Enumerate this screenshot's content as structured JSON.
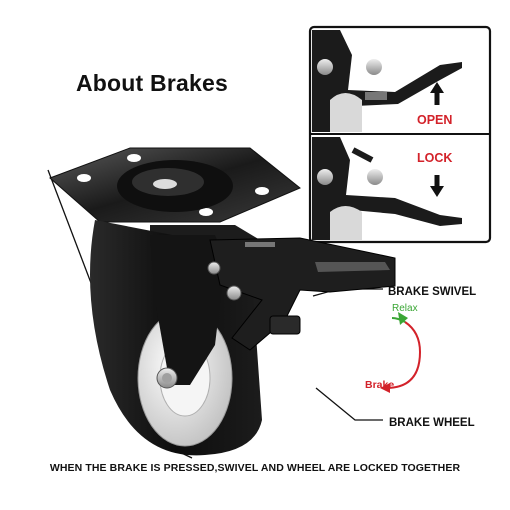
{
  "title": "About Brakes",
  "inset": {
    "open_label": "OPEN",
    "lock_label": "LOCK"
  },
  "callouts": {
    "brake_swivel": "BRAKE SWIVEL",
    "brake_wheel": "BRAKE WHEEL",
    "relax": "Relax",
    "brake": "Brake"
  },
  "footer": "WHEN THE BRAKE IS PRESSED,SWIVEL AND WHEEL ARE LOCKED TOGETHER",
  "colors": {
    "open_lock_red": "#d3222a",
    "relax_green": "#3aa635",
    "brake_red": "#d3222a",
    "wheel_black": "#141414",
    "hub_white": "#e9e9e9"
  },
  "icons": [
    "arrow-up-icon",
    "arrow-down-icon",
    "curved-arrow-icon"
  ]
}
